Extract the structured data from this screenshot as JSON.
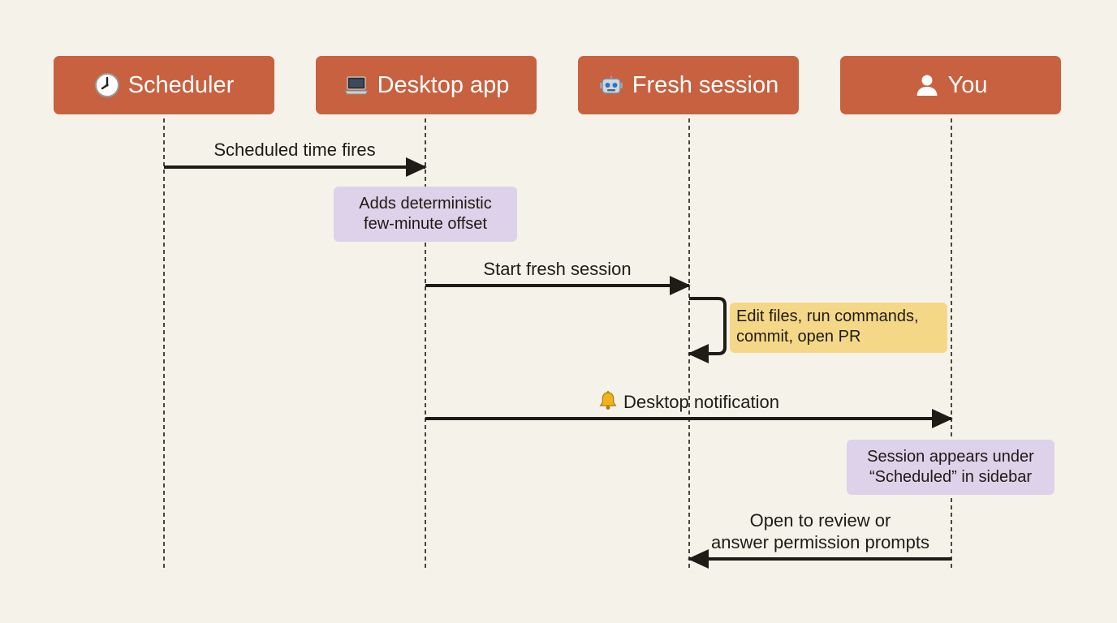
{
  "actors": [
    {
      "label": "Scheduler",
      "icon": "clock-icon"
    },
    {
      "label": "Desktop app",
      "icon": "laptop-icon"
    },
    {
      "label": "Fresh session",
      "icon": "robot-icon"
    },
    {
      "label": "You",
      "icon": "person-icon"
    }
  ],
  "messages": {
    "scheduled_time_fires": "Scheduled time fires",
    "start_fresh_session": "Start fresh session",
    "desktop_notification": "Desktop notification",
    "review_line1": "Open to review or",
    "review_line2": "answer permission prompts"
  },
  "notes": {
    "offset_line1": "Adds deterministic",
    "offset_line2": "few-minute offset",
    "work_line1": "Edit files, run commands,",
    "work_line2": "commit, open PR",
    "sidebar_line1": "Session appears under",
    "sidebar_line2": "“Scheduled” in sidebar"
  },
  "icons": {
    "notification": "bell-icon"
  },
  "colors": {
    "background": "#f5f2ea",
    "actor_fill": "#c8613f",
    "actor_text": "#ffffff",
    "note_purple": "#ddd2e9",
    "note_yellow": "#f5d887",
    "line": "#1f1b16"
  }
}
